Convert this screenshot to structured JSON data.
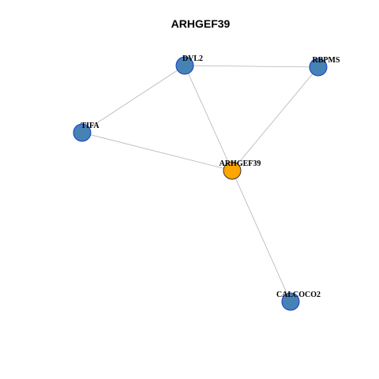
{
  "graph": {
    "title": "ARHGEF39",
    "colors": {
      "center_node": "#FFA500",
      "neighbor_node": "#4682B4",
      "node_border": "#1A3CC8",
      "edge": "#B3B3B3"
    },
    "nodes": [
      {
        "id": "DVL2",
        "label": "DVL2",
        "role": "neighbor"
      },
      {
        "id": "RBPMS",
        "label": "RBPMS",
        "role": "neighbor"
      },
      {
        "id": "TIFA",
        "label": "TIFA",
        "role": "neighbor"
      },
      {
        "id": "ARHGEF39",
        "label": "ARHGEF39",
        "role": "center"
      },
      {
        "id": "CALCOCO2",
        "label": "CALCOCO2",
        "role": "neighbor"
      }
    ],
    "edges": [
      {
        "source": "DVL2",
        "target": "RBPMS"
      },
      {
        "source": "DVL2",
        "target": "TIFA"
      },
      {
        "source": "DVL2",
        "target": "ARHGEF39"
      },
      {
        "source": "RBPMS",
        "target": "ARHGEF39"
      },
      {
        "source": "TIFA",
        "target": "ARHGEF39"
      },
      {
        "source": "ARHGEF39",
        "target": "CALCOCO2"
      }
    ]
  }
}
